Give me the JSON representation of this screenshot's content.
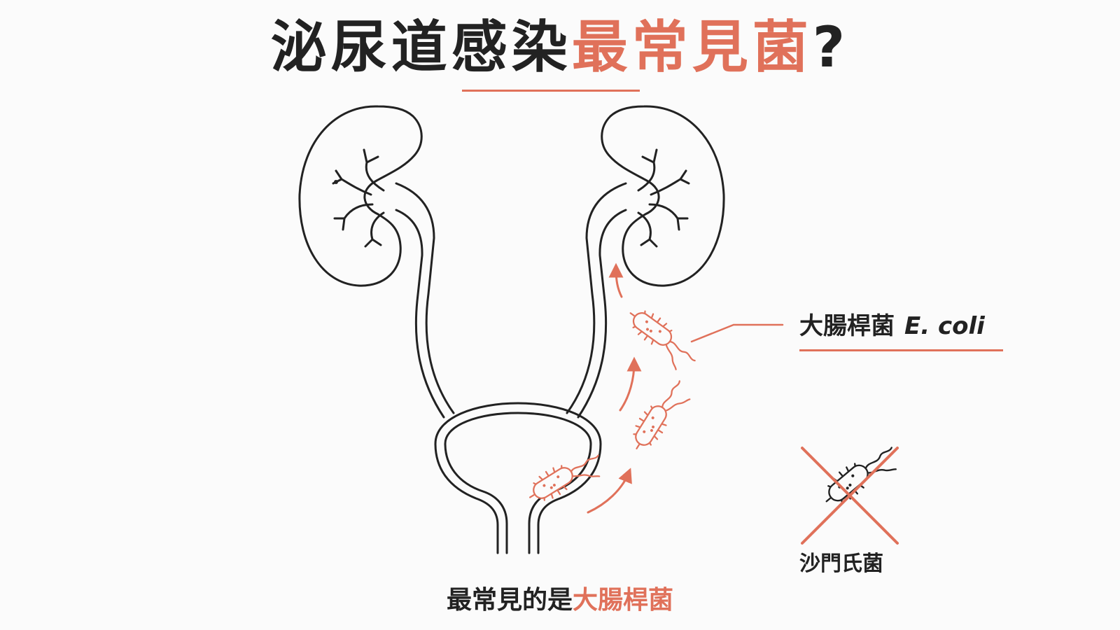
{
  "title": {
    "part1": "泌尿道感染",
    "part2": "最常見菌",
    "part3": "?"
  },
  "labels": {
    "ecoli_chinese": "大腸桿菌",
    "ecoli_latin": "E. coli",
    "salmonella": "沙門氏菌"
  },
  "caption": {
    "part1": "最常見的是",
    "part2": "大腸桿菌"
  },
  "colors": {
    "accent": "#e0715a",
    "outline": "#222222",
    "background": "#fbfbfb"
  }
}
